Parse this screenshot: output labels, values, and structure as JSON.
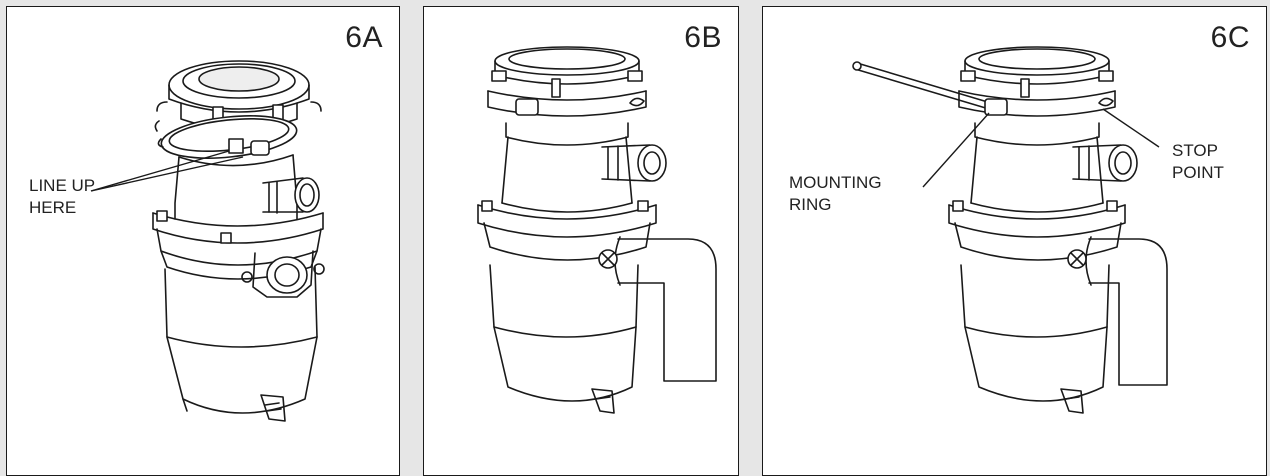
{
  "panels": [
    {
      "id": "6A",
      "callouts": [
        {
          "lines": [
            "LINE UP",
            "HERE"
          ]
        }
      ]
    },
    {
      "id": "6B",
      "callouts": []
    },
    {
      "id": "6C",
      "callouts": [
        {
          "lines": [
            "MOUNTING",
            "RING"
          ]
        },
        {
          "lines": [
            "STOP",
            "POINT"
          ]
        }
      ]
    }
  ]
}
